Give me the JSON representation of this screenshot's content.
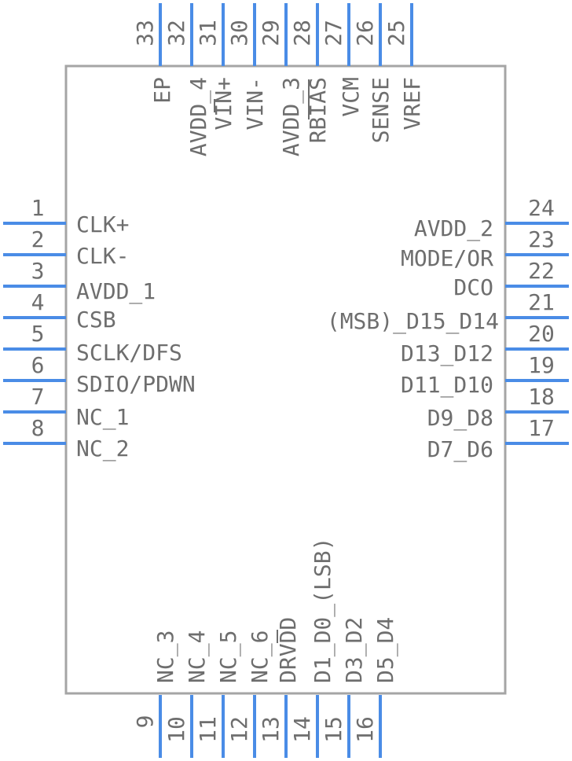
{
  "component": {
    "body_color": "#a5a5a5",
    "pin_color": "#4a8ce6",
    "text_color": "#6e6e6e"
  },
  "pins": {
    "left": [
      {
        "number": "1",
        "name": "CLK+"
      },
      {
        "number": "2",
        "name": "CLK-"
      },
      {
        "number": "3",
        "name": "AVDD_1"
      },
      {
        "number": "4",
        "name": "CSB"
      },
      {
        "number": "5",
        "name": "SCLK/DFS"
      },
      {
        "number": "6",
        "name": "SDIO/PDWN"
      },
      {
        "number": "7",
        "name": "NC_1"
      },
      {
        "number": "8",
        "name": "NC_2"
      }
    ],
    "right": [
      {
        "number": "24",
        "name": "AVDD_2"
      },
      {
        "number": "23",
        "name": "MODE/OR"
      },
      {
        "number": "22",
        "name": "DCO"
      },
      {
        "number": "21",
        "name": "(MSB)_D15_D14"
      },
      {
        "number": "20",
        "name": "D13_D12"
      },
      {
        "number": "19",
        "name": "D11_D10"
      },
      {
        "number": "18",
        "name": "D9_D8"
      },
      {
        "number": "17",
        "name": "D7_D6"
      }
    ],
    "top": [
      {
        "number": "33",
        "name": "EP"
      },
      {
        "number": "32",
        "name": "AVDD_4"
      },
      {
        "number": "31",
        "name": "VIN+"
      },
      {
        "number": "30",
        "name": "VIN-"
      },
      {
        "number": "29",
        "name": "AVDD_3"
      },
      {
        "number": "28",
        "name": "RBIAS"
      },
      {
        "number": "27",
        "name": "VCM"
      },
      {
        "number": "26",
        "name": "SENSE"
      },
      {
        "number": "25",
        "name": "VREF"
      }
    ],
    "bottom": [
      {
        "number": "9",
        "name": "NC_3"
      },
      {
        "number": "10",
        "name": "NC_4"
      },
      {
        "number": "11",
        "name": "NC_5"
      },
      {
        "number": "12",
        "name": "NC_6"
      },
      {
        "number": "13",
        "name": "DRVDD"
      },
      {
        "number": "14",
        "name": "D1_D0_(LSB)"
      },
      {
        "number": "15",
        "name": "D3_D2"
      },
      {
        "number": "16",
        "name": "D5_D4"
      }
    ]
  }
}
